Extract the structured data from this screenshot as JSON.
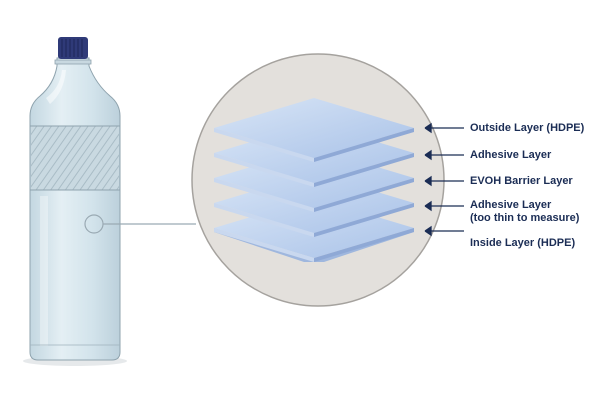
{
  "labels": {
    "outside_layer": "Outside Layer (HDPE)",
    "adhesive_layer_1": "Adhesive Layer",
    "evoh_layer": "EVOH Barrier Layer",
    "adhesive_layer_2_line1": "Adhesive Layer",
    "adhesive_layer_2_line2": "(too thin to measure)",
    "inside_layer": "Inside Layer (HDPE)"
  },
  "colors": {
    "cap": "#2f3a78",
    "bottle_fill": "#d6e6ee",
    "bottle_outline": "#8fa3ae",
    "magnifier_fill": "#e3e0dc",
    "layer_top": "#bcd0ec",
    "layer_edge": "#9fb7de",
    "label_text": "#1b2d55",
    "arrow": "#1b2d55"
  },
  "icons": {
    "magnifier": "magnifying-circle",
    "bottle": "plastic-bottle"
  }
}
